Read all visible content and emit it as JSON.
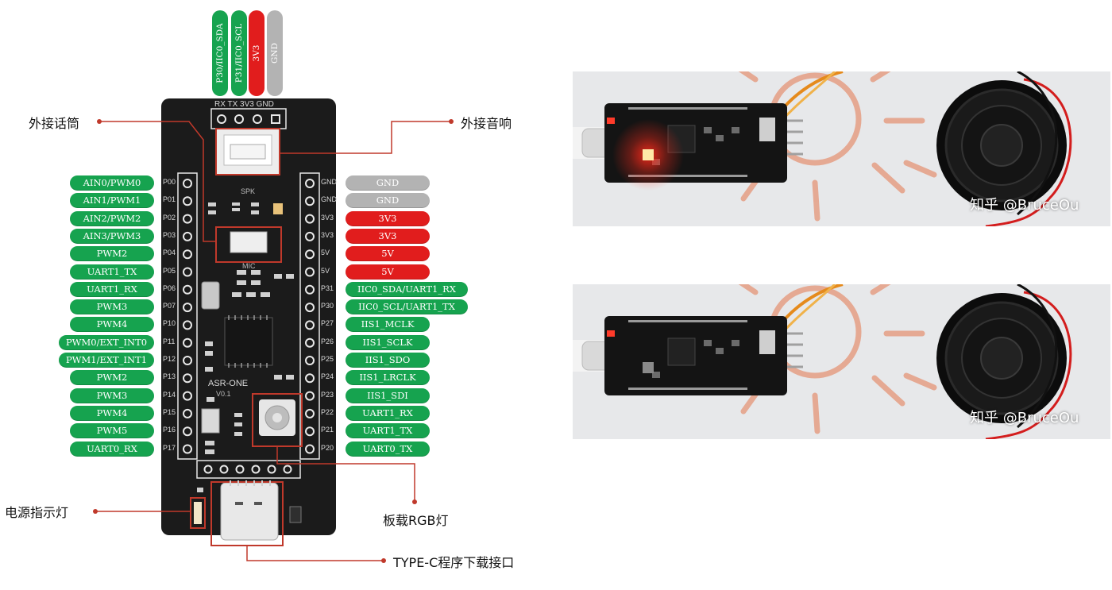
{
  "top_pins": [
    {
      "label": "P30/IIC0_SDA",
      "color": "green"
    },
    {
      "label": "P31/IIC0_SCL",
      "color": "green"
    },
    {
      "label": "3V3",
      "color": "red"
    },
    {
      "label": "GND",
      "color": "gray"
    }
  ],
  "header_silk": "RX TX 3V3 GND",
  "left_pins": [
    {
      "pad": "P00",
      "label": "AIN0/PWM0"
    },
    {
      "pad": "P01",
      "label": "AIN1/PWM1"
    },
    {
      "pad": "P02",
      "label": "AIN2/PWM2"
    },
    {
      "pad": "P03",
      "label": "AIN3/PWM3"
    },
    {
      "pad": "P04",
      "label": "PWM2"
    },
    {
      "pad": "P05",
      "label": "UART1_TX"
    },
    {
      "pad": "P06",
      "label": "UART1_RX"
    },
    {
      "pad": "P07",
      "label": "PWM3"
    },
    {
      "pad": "P10",
      "label": "PWM4"
    },
    {
      "pad": "P11",
      "label": "PWM0/EXT_INT0"
    },
    {
      "pad": "P12",
      "label": "PWM1/EXT_INT1"
    },
    {
      "pad": "P13",
      "label": "PWM2"
    },
    {
      "pad": "P14",
      "label": "PWM3"
    },
    {
      "pad": "P15",
      "label": "PWM4"
    },
    {
      "pad": "P16",
      "label": "PWM5"
    },
    {
      "pad": "P17",
      "label": "UART0_RX"
    }
  ],
  "right_pins": [
    {
      "pad": "GND",
      "label": "GND",
      "color": "gray"
    },
    {
      "pad": "GND",
      "label": "GND",
      "color": "gray"
    },
    {
      "pad": "3V3",
      "label": "3V3",
      "color": "red"
    },
    {
      "pad": "3V3",
      "label": "3V3",
      "color": "red"
    },
    {
      "pad": "5V",
      "label": "5V",
      "color": "red"
    },
    {
      "pad": "5V",
      "label": "5V",
      "color": "red"
    },
    {
      "pad": "P31",
      "label": "IIC0_SDA/UART1_RX",
      "color": "green"
    },
    {
      "pad": "P30",
      "label": "IIC0_SCL/UART1_TX",
      "color": "green"
    },
    {
      "pad": "P27",
      "label": "IIS1_MCLK",
      "color": "green"
    },
    {
      "pad": "P26",
      "label": "IIS1_SCLK",
      "color": "green"
    },
    {
      "pad": "P25",
      "label": "IIS1_SDO",
      "color": "green"
    },
    {
      "pad": "P24",
      "label": "IIS1_LRCLK",
      "color": "green"
    },
    {
      "pad": "P23",
      "label": "IIS1_SDI",
      "color": "green"
    },
    {
      "pad": "P22",
      "label": "UART1_RX",
      "color": "green"
    },
    {
      "pad": "P21",
      "label": "UART1_TX",
      "color": "green"
    },
    {
      "pad": "P20",
      "label": "UART0_TX",
      "color": "green"
    }
  ],
  "callouts": {
    "mic": "外接话筒",
    "speaker": "外接音响",
    "power_led": "电源指示灯",
    "rgb_led": "板载RGB灯",
    "typec": "TYPE-C程序下载接口"
  },
  "silk": {
    "spk": "SPK",
    "mic": "MIC",
    "board_name": "ASR-ONE",
    "version": "V0.1"
  },
  "photos": [
    {
      "watermark": "知乎 @BruceOu",
      "led_on": true
    },
    {
      "watermark": "知乎 @BruceOu",
      "led_on": false
    }
  ],
  "colors": {
    "green": "#16a34f",
    "red": "#e11d1d",
    "gray": "#b3b3b3",
    "pcb": "#1b1b1b",
    "callout_line": "#c0392b"
  }
}
